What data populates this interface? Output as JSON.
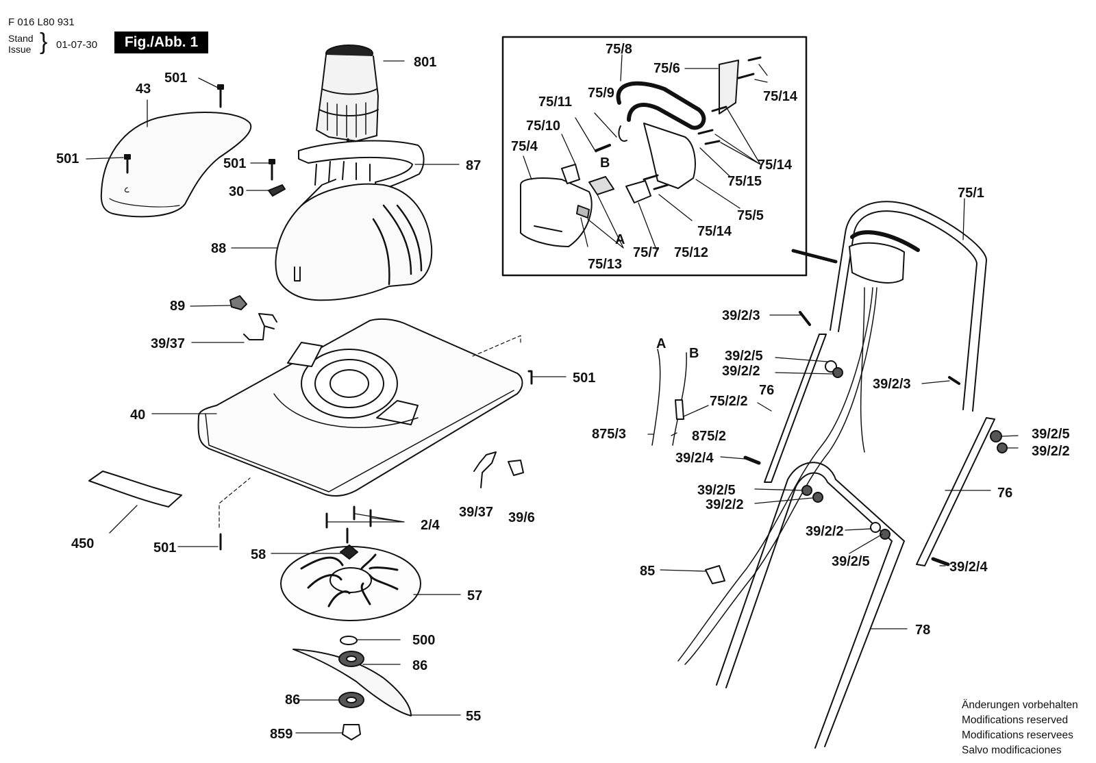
{
  "header": {
    "doc_number": "F 016 L80 931",
    "stand_label": "Stand",
    "issue_label": "Issue",
    "date": "01-07-30",
    "figure_label": "Fig./Abb. 1"
  },
  "callouts": {
    "c801": "801",
    "c43": "43",
    "c501a": "501",
    "c501b": "501",
    "c501c": "501",
    "c87": "87",
    "c30": "30",
    "c88": "88",
    "c89": "89",
    "c3937a": "39/37",
    "c40": "40",
    "c501d": "501",
    "c450": "450",
    "c501e": "501",
    "c3937b": "39/37",
    "c396": "39/6",
    "c24": "2/4",
    "c58": "58",
    "c57": "57",
    "c500": "500",
    "c86a": "86",
    "c86b": "86",
    "c55": "55",
    "c859": "859",
    "c758": "75/8",
    "c756": "75/6",
    "c7514a": "75/14",
    "c759": "75/9",
    "c7511": "75/11",
    "c7510": "75/10",
    "c754": "75/4",
    "cB1": "B",
    "c7514b": "75/14",
    "c7515": "75/15",
    "c755": "75/5",
    "c7514c": "75/14",
    "cA1": "A",
    "c7513": "75/13",
    "c757": "75/7",
    "c7512": "75/12",
    "c751": "75/1",
    "c3923a": "39/2/3",
    "c3925a": "39/2/5",
    "c3922a": "39/2/2",
    "cA2": "A",
    "cB2": "B",
    "c76a": "76",
    "c7522": "75/2/2",
    "c8753": "875/3",
    "c8752": "875/2",
    "c3924a": "39/2/4",
    "c3925b": "39/2/5",
    "c3922b": "39/2/2",
    "c3923b": "39/2/3",
    "c3925c": "39/2/5",
    "c3922c": "39/2/2",
    "c76b": "76",
    "c3922d": "39/2/2",
    "c3925d": "39/2/5",
    "c85": "85",
    "c3924b": "39/2/4",
    "c78": "78"
  },
  "footer": {
    "line1": "Änderungen vorbehalten",
    "line2": "Modifications reserved",
    "line3": "Modifications reservees",
    "line4": "Salvo modificaciones"
  }
}
